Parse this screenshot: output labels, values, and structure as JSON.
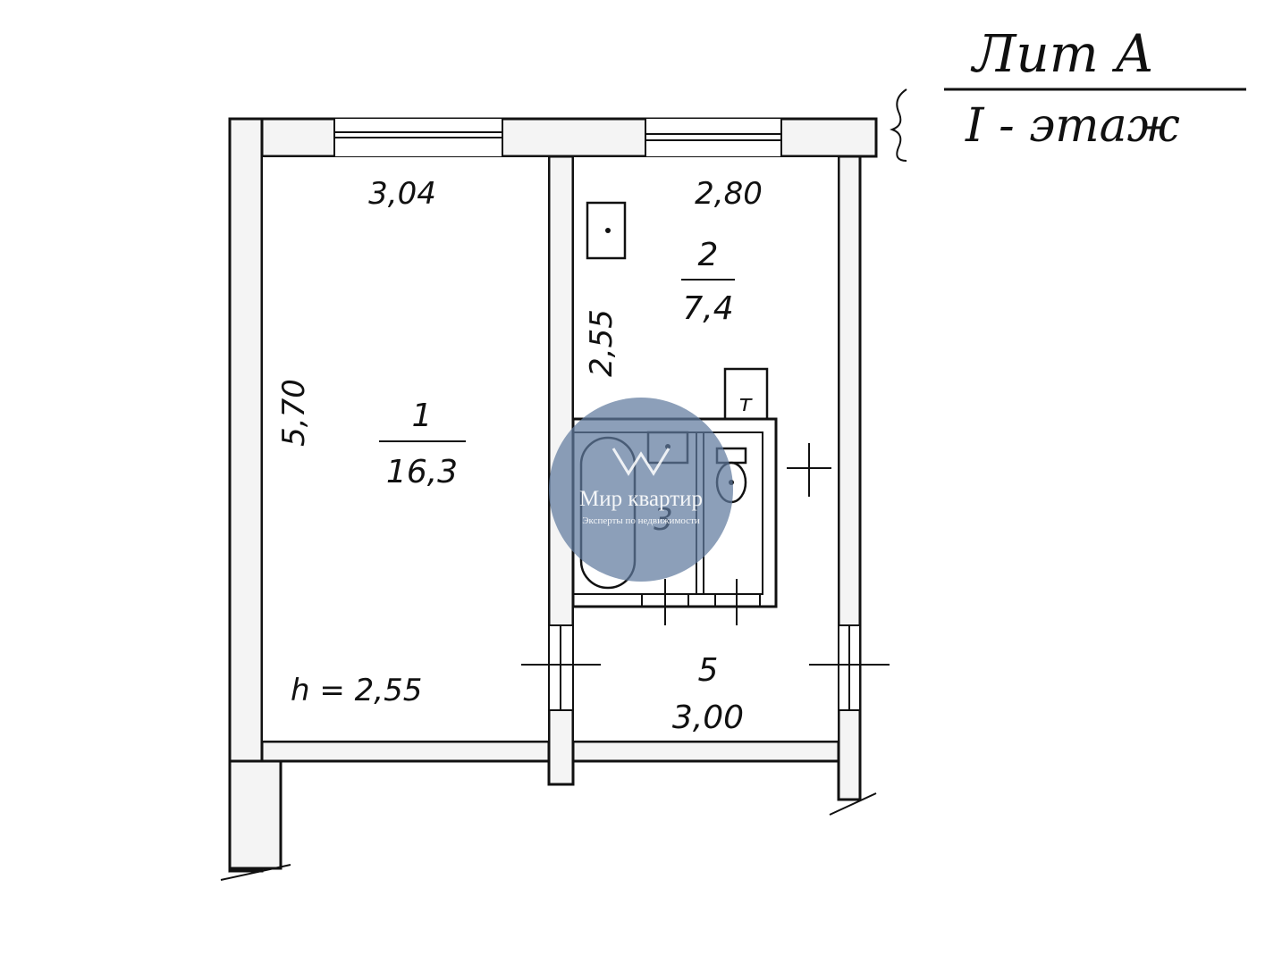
{
  "header": {
    "lit": "Лит А",
    "floor": "I - этаж"
  },
  "rooms": [
    {
      "number": "1",
      "area": "16,3"
    },
    {
      "number": "2",
      "area": "7,4"
    },
    {
      "number": "3"
    },
    {
      "number": "5",
      "area": "3,00"
    }
  ],
  "dimensions": {
    "room1_width": "3,04",
    "room1_length": "5,70",
    "room2_width": "2,80",
    "room2_depth": "2,55",
    "ceiling_height": "h = 2,55"
  },
  "fixtures": {
    "water_heater_label": "т"
  },
  "watermark": {
    "title": "Мир квартир",
    "subtitle": "Эксперты по недвижимости",
    "color": "#5f7a9e"
  }
}
